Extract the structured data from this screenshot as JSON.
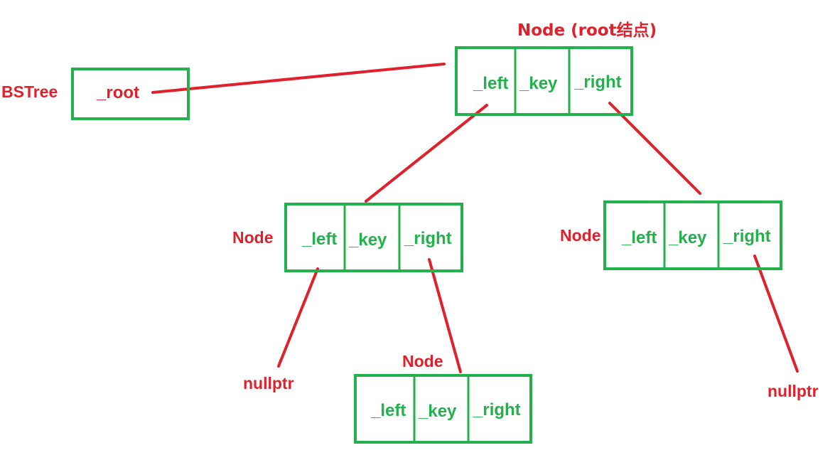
{
  "colors": {
    "box": "#22b14c",
    "edge": "#e0202a",
    "label": "#e0202a",
    "field": "#22b14c",
    "background": "#ffffff"
  },
  "labels": {
    "bstree": "BSTree",
    "root_node": "Node (root结点)",
    "left_node": "Node",
    "right_node": "Node",
    "bottom_node": "Node",
    "nullptr_left": "nullptr",
    "nullptr_right": "nullptr"
  },
  "bstree_box": {
    "field": "_root"
  },
  "nodes": {
    "root": {
      "fields": [
        "_left",
        "_key",
        "_right"
      ]
    },
    "left": {
      "fields": [
        "_left",
        "_key",
        "_right"
      ]
    },
    "right": {
      "fields": [
        "_left",
        "_key",
        "_right"
      ]
    },
    "bottom": {
      "fields": [
        "_left",
        "_key",
        "_right"
      ]
    }
  }
}
